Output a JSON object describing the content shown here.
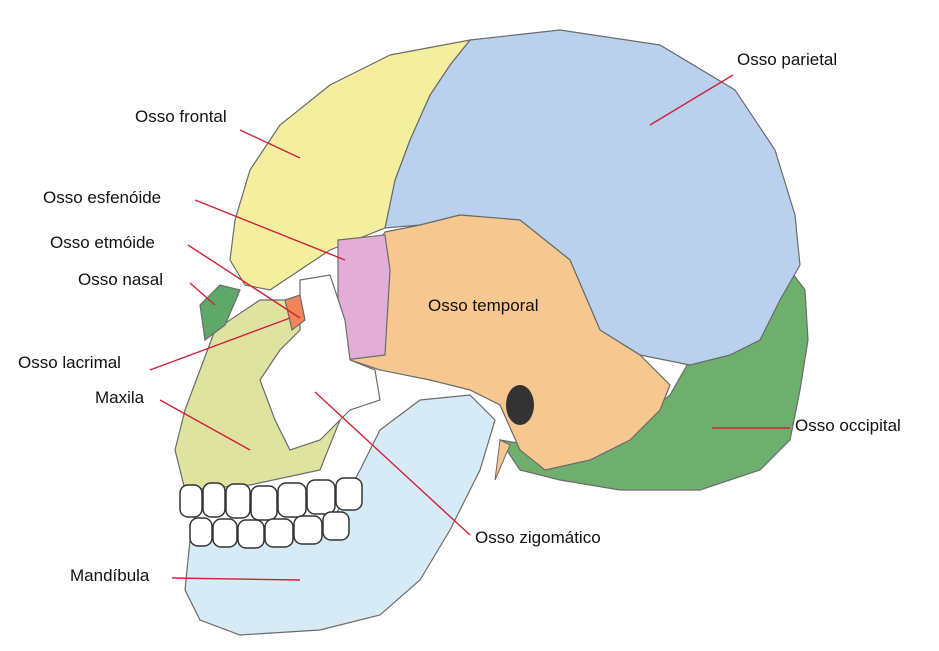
{
  "labels": {
    "frontal": "Osso frontal",
    "parietal": "Osso parietal",
    "sphenoid": "Osso esfenóide",
    "ethmoid": "Osso etmóide",
    "nasal": "Osso nasal",
    "temporal": "Osso temporal",
    "lacrimal": "Osso lacrimal",
    "maxilla": "Maxila",
    "occipital": "Osso occipital",
    "zygomatic": "Osso zigomático",
    "mandible": "Mandíbula"
  },
  "colors": {
    "frontal": "#f4ef9f",
    "parietal": "#b9d1ec",
    "temporal": "#f6c88f",
    "occipital": "#6faf6d",
    "sphenoid": "#e2aed6",
    "zygomatic": "#ffffff",
    "maxilla": "#dfe3a0",
    "mandible": "#d6ebf6",
    "nasal": "#5ea86a",
    "lacrimal": "#f2845a",
    "leader_line": "#d1203a"
  }
}
